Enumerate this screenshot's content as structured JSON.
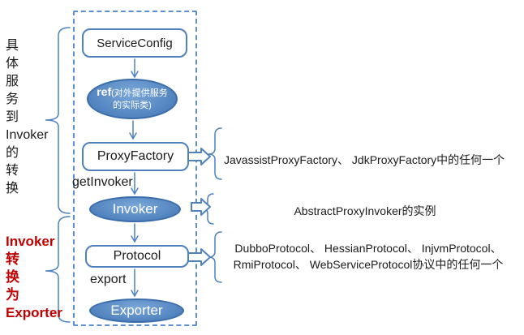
{
  "left_labels": {
    "group1": {
      "lines": [
        "具",
        "体",
        "服",
        "务",
        "到",
        "Invoker",
        "的",
        "转",
        "换"
      ]
    },
    "group2": {
      "lines": [
        "Invoker",
        "转",
        "换",
        "为",
        "Exporter"
      ]
    }
  },
  "flow": {
    "service_config": "ServiceConfig",
    "ref_title": "ref",
    "ref_subtitle": "(对外提供服务的实际类)",
    "proxy_factory": "ProxyFactory",
    "get_invoker_label": "getInvoker",
    "invoker": "Invoker",
    "protocol": "Protocol",
    "export_label": "export",
    "exporter": "Exporter"
  },
  "annotations": {
    "proxy_factory_note": "JavassistProxyFactory、 JdkProxyFactory中的任何一个",
    "invoker_note": "AbstractProxyInvoker的实例",
    "protocol_note_line1": "DubboProtocol、 HessianProtocol、 InjvmProtocol、",
    "protocol_note_line2": "RmiProtocol、 WebServiceProtocol协议中的任何一个"
  },
  "colors": {
    "accent": "#4f81bd",
    "ellipse_border": "#3a6daa",
    "dashed_border": "#5b8fd0",
    "red_text": "#c00000"
  }
}
